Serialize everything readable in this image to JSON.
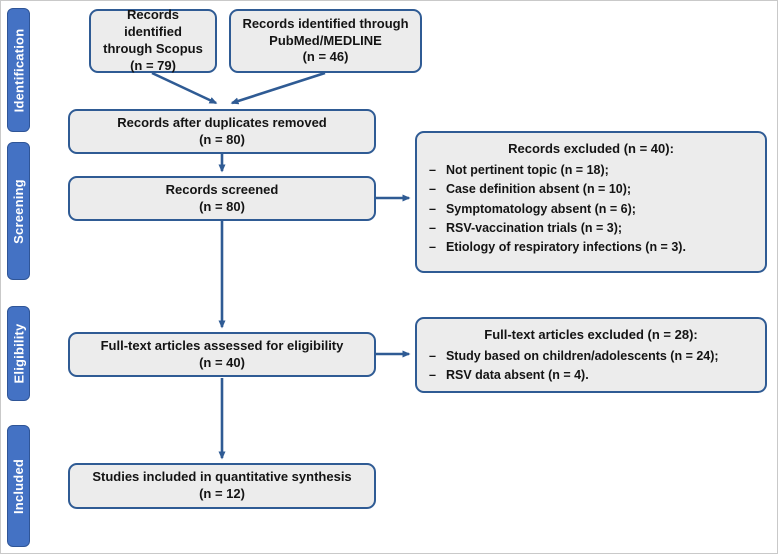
{
  "title": "PRISMA flow diagram",
  "colors": {
    "box_fill": "#ececec",
    "box_border": "#2f5b94",
    "stage_fill": "#4472c4",
    "stage_border": "#2f5597",
    "arrow": "#2f5b94",
    "text": "#141414",
    "stage_text": "#ffffff"
  },
  "glyphs": {
    "dash": "–"
  },
  "sidebar": {
    "stages": [
      {
        "label": "Identification"
      },
      {
        "label": "Screening"
      },
      {
        "label": "Eligibility"
      },
      {
        "label": "Included"
      }
    ]
  },
  "boxes": {
    "scopus": {
      "text": "Records identified through Scopus",
      "count": "(n = 79)"
    },
    "pubmed": {
      "text": "Records identified through PubMed/MEDLINE",
      "count": "(n = 46)"
    },
    "duplicates_removed": {
      "text": "Records after duplicates removed",
      "count": "(n = 80)"
    },
    "records_screened": {
      "text": "Records screened",
      "count": "(n = 80)"
    },
    "records_excluded": {
      "title": "Records excluded (n = 40):",
      "items": [
        "Not pertinent topic (n = 18);",
        "Case definition absent (n = 10);",
        "Symptomatology absent (n = 6);",
        "RSV-vaccination trials (n = 3);",
        "Etiology of respiratory infections (n = 3)."
      ]
    },
    "fulltext_assessed": {
      "text": "Full-text articles assessed for eligibility",
      "count": "(n = 40)"
    },
    "fulltext_excluded": {
      "title": "Full-text articles excluded (n = 28):",
      "items": [
        "Study based on children/adolescents (n = 24);",
        "RSV data absent (n = 4)."
      ]
    },
    "studies_included": {
      "text": "Studies included in quantitative synthesis",
      "count": "(n = 12)"
    }
  }
}
